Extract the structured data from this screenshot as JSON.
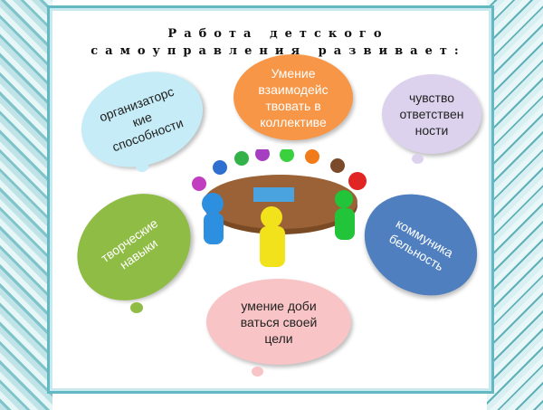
{
  "title": "Работа детского самоуправления развивает:",
  "clouds": {
    "organizational": "организаторс кие способности",
    "interaction": "Умение взаимодейс твовать в коллективе",
    "responsibility": "чувство ответствен ности",
    "creative": "творческие навыки",
    "communication": "коммуника бельность",
    "goal": "умение доби ваться своей цели"
  },
  "colors": {
    "blue": "#c6ecf7",
    "orange": "#f79646",
    "lavender": "#ddd2ee",
    "green": "#8fbc45",
    "steel": "#4f7fbf",
    "pink": "#f8c4c6"
  }
}
